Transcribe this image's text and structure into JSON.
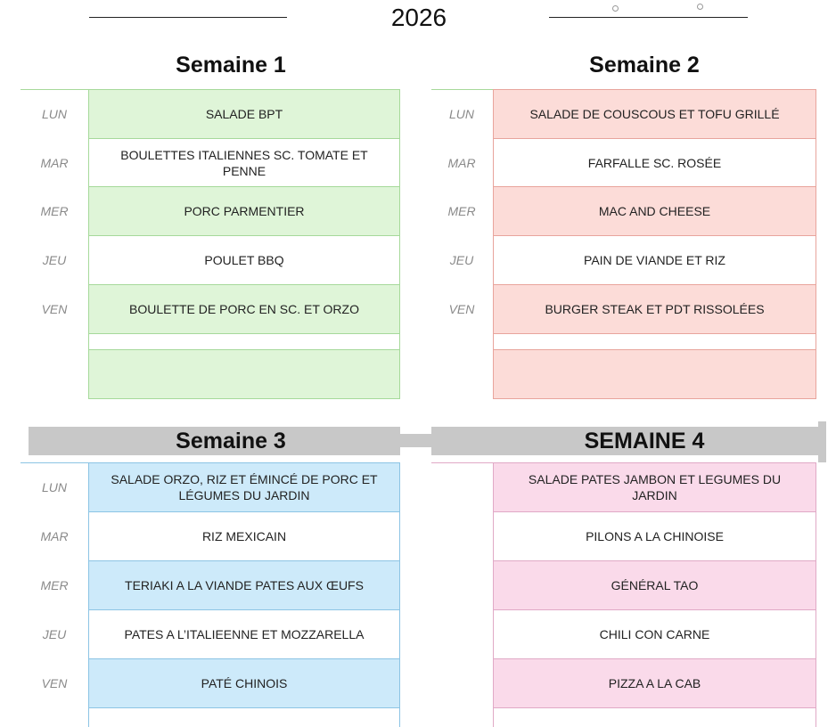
{
  "header": {
    "year": "2026"
  },
  "days": [
    "LUN",
    "MAR",
    "MER",
    "JEU",
    "VEN"
  ],
  "weeks": [
    {
      "title": "Semaine 1",
      "colors": {
        "fill": "#dff5d8",
        "border": "#a6d99a"
      },
      "meals": [
        "SALADE BPT",
        "BOULETTES ITALIENNES SC. TOMATE ET PENNE",
        "PORC PARMENTIER",
        "POULET BBQ",
        "BOULETTE DE PORC EN SC. ET ORZO"
      ]
    },
    {
      "title": "Semaine 2",
      "colors": {
        "fill": "#fcdcd8",
        "border": "#e8a49c"
      },
      "meals": [
        "SALADE DE COUSCOUS ET TOFU GRILLÉ",
        "FARFALLE SC. ROSÉE",
        "MAC AND CHEESE",
        "PAIN DE VIANDE ET RIZ",
        "BURGER STEAK ET PDT RISSOLÉES"
      ]
    },
    {
      "title": "Semaine 3",
      "colors": {
        "fill": "#cdeafa",
        "border": "#8cc4e4"
      },
      "meals": [
        "SALADE ORZO, RIZ ET ÉMINCÉ DE PORC ET LÉGUMES DU JARDIN",
        "RIZ MEXICAIN",
        "TERIAKI A LA VIANDE PATES AUX ŒUFS",
        "PATES A L’ITALIEENNE ET MOZZARELLA",
        "PATÉ CHINOIS"
      ]
    },
    {
      "title": "SEMAINE 4",
      "colors": {
        "fill": "#fadaea",
        "border": "#e0a9c6"
      },
      "meals": [
        "SALADE PATES JAMBON ET LEGUMES DU JARDIN",
        "PILONS A LA CHINOISE",
        "GÉNÉRAL TAO",
        "CHILI CON CARNE",
        "PIZZA A LA CAB"
      ]
    }
  ]
}
